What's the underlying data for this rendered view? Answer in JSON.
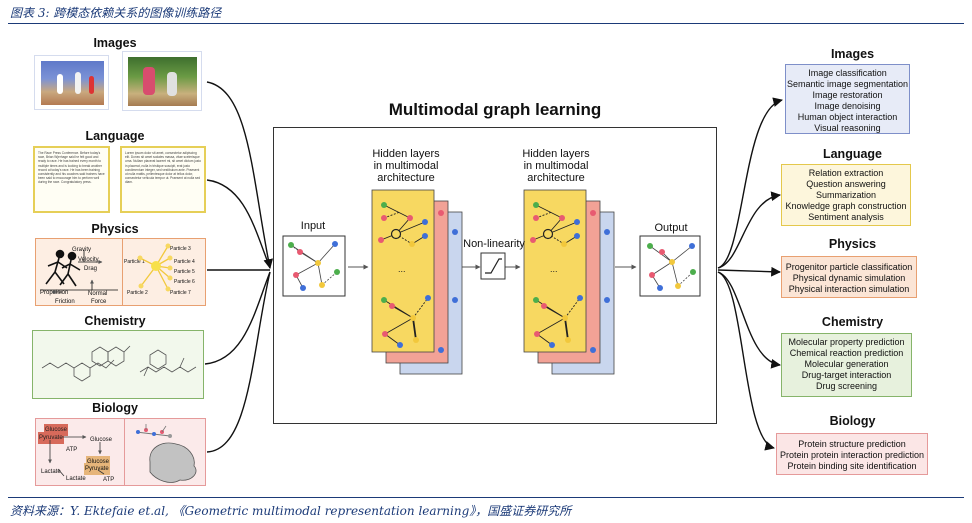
{
  "figure_title": "图表 3:  跨模态依赖关系的图像训练路径",
  "source": "资料来源：Y. Ektefaie et.al,  《Geometric multimodal representation learning》，国盛证券研究所",
  "center": {
    "title": "Multimodal graph learning",
    "input_label": "Input",
    "output_label": "Output",
    "hidden_label_1": [
      "Hidden layers",
      "in multimodal",
      "architecture"
    ],
    "hidden_label_2": [
      "Hidden layers",
      "in multimodal",
      "architecture"
    ],
    "nonlinearity_label": "Non-linearity"
  },
  "inputs": {
    "images": {
      "title": "Images"
    },
    "language": {
      "title": "Language",
      "card1": "The Race Press Conference. Before today's race, Brian Wjerhage said he felt good and ready to race. He has trained every month to multiple times and is looking to break another record at today's race. He has been training consistently and his coaches said trainers have been said to encourage him to perform well during the race. Congratulatory press.",
      "card2": "Lorem ipsum dolor sit amet, consectetur adipiscing elit. Donec sit amet sodales massa, vitae scelerisque urna. Nullam placerat laoreet mi, sit amet dictum justo in placerat, nulla in tristique suscipit, erat justo condimentum integer, sed vestibulum ante. Praesent ut nulla mattis, pellentesque dolor at tellus dolor, consectetur vehicula tempor ut. Praesent at nulla sed diam."
    },
    "physics": {
      "title": "Physics",
      "force_labels": [
        "Gravity",
        "Velocity",
        "Drag",
        "Propulsion",
        "Friction",
        "Normal",
        "Force"
      ],
      "particles": [
        "Particle 1",
        "Particle 2",
        "Particle 3",
        "Particle 4",
        "Particle 5",
        "Particle 6",
        "Particle 7"
      ]
    },
    "chemistry": {
      "title": "Chemistry"
    },
    "biology": {
      "title": "Biology",
      "pathway": [
        "Glucose",
        "Pyruvate",
        "ATP",
        "Glucose",
        "Lactate",
        "Glucose",
        "Pyruvate",
        "Lactate",
        "ATP"
      ]
    }
  },
  "outputs": {
    "images": {
      "title": "Images",
      "items": [
        "Image classification",
        "Semantic image segmentation",
        "Image restoration",
        "Image denoising",
        "Human object interaction",
        "Visual reasoning"
      ]
    },
    "language": {
      "title": "Language",
      "items": [
        "Relation extraction",
        "Question answering",
        "Summarization",
        "Knowledge graph construction",
        "Sentiment analysis"
      ]
    },
    "physics": {
      "title": "Physics",
      "items": [
        "Progenitor particle classification",
        "Physical dynamic simulation",
        "Physical interaction simulation"
      ]
    },
    "chemistry": {
      "title": "Chemistry",
      "items": [
        "Molecular property prediction",
        "Chemical reaction prediction",
        "Molecular generation",
        "Drug-target interaction",
        "Drug screening"
      ]
    },
    "biology": {
      "title": "Biology",
      "items": [
        "Protein structure prediction",
        "Protein protein interaction prediction",
        "Protein binding site identification"
      ]
    }
  },
  "colors": {
    "images": "#7e8fc9",
    "language": "#e4c84c",
    "physics": "#e8a071",
    "chemistry": "#86b46a",
    "biology": "#e59a9a",
    "layer_yellow": "#f7d861",
    "layer_red": "#f2a296",
    "layer_blue": "#c9d6ee",
    "title_blue": "#1b3a78"
  }
}
